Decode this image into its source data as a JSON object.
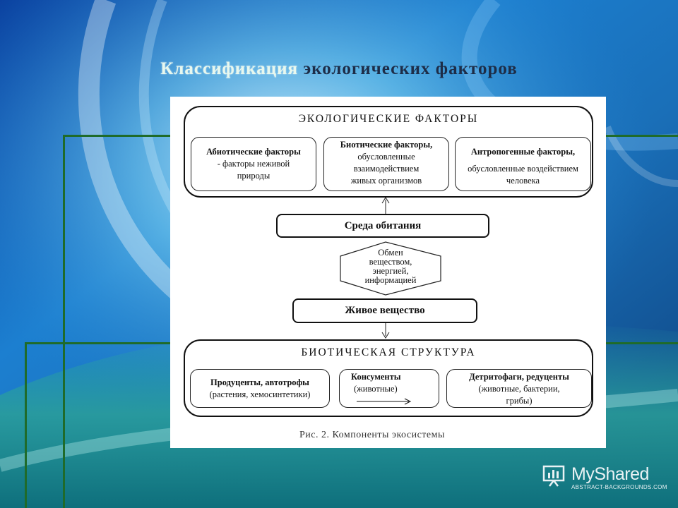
{
  "slide": {
    "title_part1": "Классификация",
    "title_part2": "экологических факторов"
  },
  "diagram": {
    "top_header": "ЭКОЛОГИЧЕСКИЕ ФАКТОРЫ",
    "abiotic": {
      "title": "Абиотические факторы",
      "lines": [
        "- факторы неживой",
        "природы"
      ]
    },
    "biotic": {
      "title": "Биотические факторы,",
      "lines": [
        "обусловленные",
        "взаимодействием",
        "живых организмов"
      ]
    },
    "anthropogenic": {
      "title": "Антропогенные факторы,",
      "lines": [
        "обусловленные воздействием",
        "человека"
      ]
    },
    "habitat": "Среда обитания",
    "exchange_lines": [
      "Обмен",
      "веществом,",
      "энергией,",
      "информацией"
    ],
    "living_matter": "Живое вещество",
    "bottom_header": "БИОТИЧЕСКАЯ СТРУКТУРА",
    "producers": {
      "title": "Продуценты, автотрофы",
      "lines": [
        "(растения, хемосинтетики)"
      ]
    },
    "consumers": {
      "title": "Консументы",
      "lines": [
        "(животные)"
      ]
    },
    "detritivores": {
      "title": "Детритофаги, редуценты",
      "lines": [
        "(животные, бактерии,",
        "грибы)"
      ]
    },
    "caption": "Рис. 2. Компоненты экосистемы"
  },
  "watermark": {
    "brand": "MyShared",
    "sub": "ABSTRACT-BACKGROUNDS.COM"
  },
  "colors": {
    "frame_green": "#1f6b2a",
    "title_dark": "#1d2d48",
    "title_light": "#e8f8ee"
  }
}
